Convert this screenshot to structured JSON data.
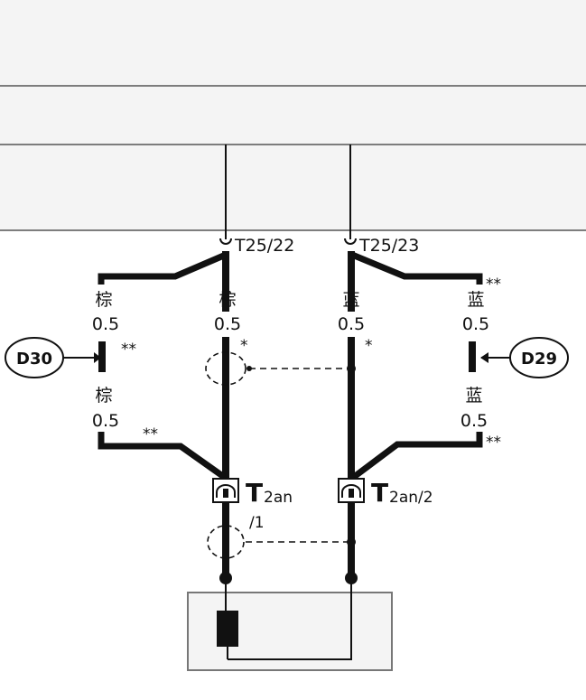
{
  "colors": {
    "line": "#111111",
    "panel": "#f4f4f4",
    "frame": "#777777"
  },
  "connectors": {
    "left": "T25/22",
    "right": "T25/23",
    "t2an_main": "T",
    "t2an_left_sub": "2an",
    "t2an_right_sub": "2an/2"
  },
  "wires": {
    "brown": "棕",
    "blue": "蓝",
    "size": "0.5"
  },
  "splices": {
    "left": "D30",
    "right": "D29"
  },
  "marks": {
    "single": "*",
    "double": "**",
    "shield_ref": "/1"
  }
}
